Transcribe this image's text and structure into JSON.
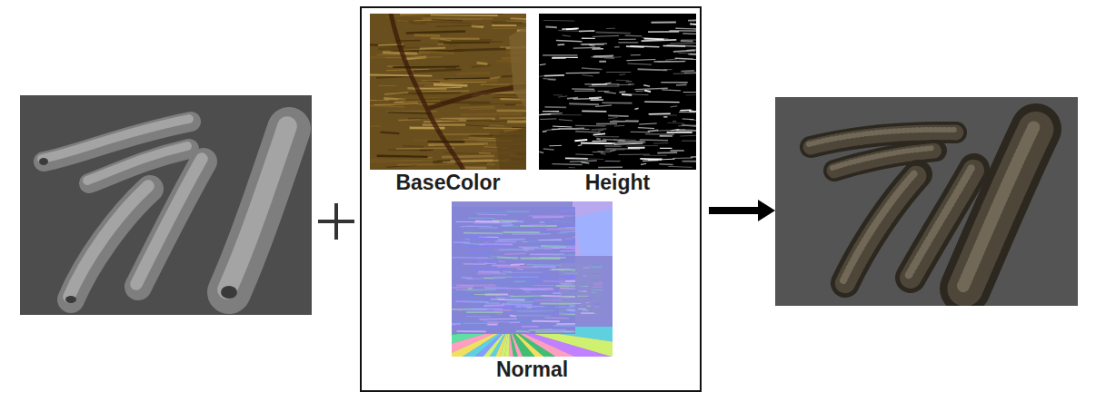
{
  "diagram": {
    "nodes": [
      {
        "text": [
          "BaseColor"
        ]
      },
      {
        "text": [
          "Height"
        ]
      },
      {
        "text": [
          "Normal"
        ]
      }
    ]
  }
}
